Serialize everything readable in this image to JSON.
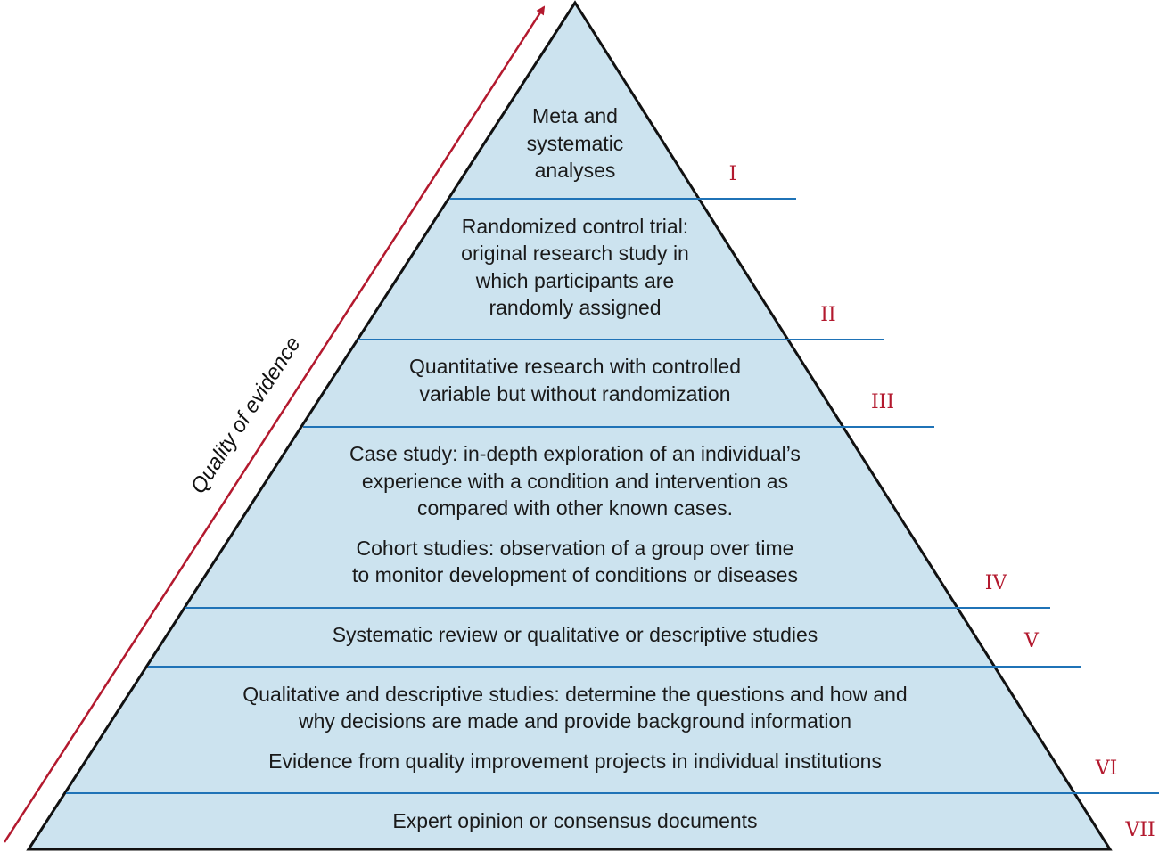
{
  "colors": {
    "pyramid_fill": "#cce3ef",
    "outline": "#111111",
    "divider": "#1f73b7",
    "numeral": "#b3192e",
    "arrow": "#b3192e"
  },
  "axis": {
    "label": "Quality of evidence",
    "direction": "up"
  },
  "levels": [
    {
      "numeral": "I",
      "lines": [
        "Meta and",
        "systematic",
        "analyses"
      ]
    },
    {
      "numeral": "II",
      "lines": [
        "Randomized control trial:",
        "original research study in",
        "which participants are",
        "randomly assigned"
      ]
    },
    {
      "numeral": "III",
      "lines": [
        "Quantitative research with controlled",
        "variable but without randomization"
      ]
    },
    {
      "numeral": "IV",
      "lines": [
        "Case study: in-depth exploration of an individual’s",
        "experience with a condition and intervention as",
        "compared with other known cases.",
        "Cohort studies: observation of a group over time",
        "to monitor development of conditions or diseases"
      ]
    },
    {
      "numeral": "V",
      "lines": [
        "Systematic review or qualitative or descriptive studies"
      ]
    },
    {
      "numeral": "VI",
      "lines": [
        "Qualitative and descriptive studies: determine the questions and how and",
        "why decisions are made and provide background information",
        "Evidence from quality improvement projects in individual institutions"
      ]
    },
    {
      "numeral": "VII",
      "lines": [
        "Expert opinion or consensus documents"
      ]
    }
  ]
}
